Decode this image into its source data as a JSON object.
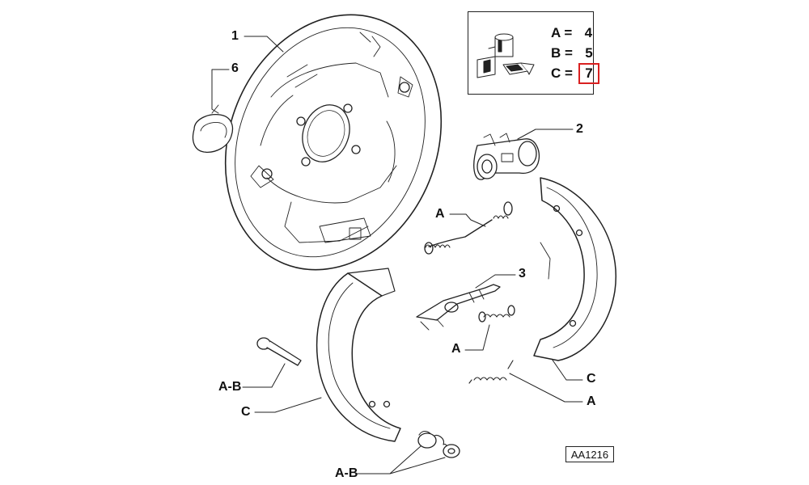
{
  "callouts": {
    "c1": "1",
    "c2": "2",
    "c3": "3",
    "c6": "6",
    "a_top": "A",
    "a_mid": "A",
    "a_right": "A",
    "c_right": "C",
    "c_left": "C",
    "ab_left": "A-B",
    "ab_bottom": "A-B"
  },
  "legend": {
    "rows": [
      {
        "label": "A =",
        "value": "4"
      },
      {
        "label": "B =",
        "value": "5"
      },
      {
        "label": "C =",
        "value": "7"
      }
    ],
    "highlight_color": "#d92020",
    "icon": "kit-boxes-icon"
  },
  "reference_code": "AA1216"
}
